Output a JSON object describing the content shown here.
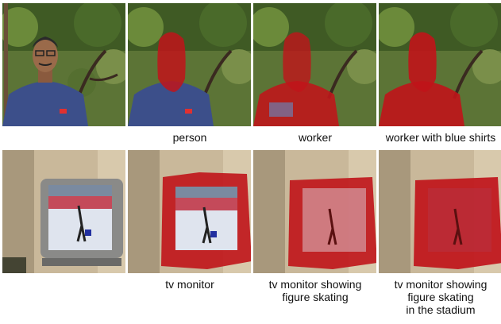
{
  "rows": [
    {
      "scene": "person outdoors",
      "captions": [
        "",
        "person",
        "worker",
        "worker with blue shirts"
      ]
    },
    {
      "scene": "tv monitor",
      "captions": [
        "",
        "tv monitor",
        "tv monitor showing\nfigure skating",
        "tv monitor showing\nfigure skating\nin the stadium"
      ]
    }
  ],
  "colors": {
    "mask": "#c0141a",
    "shirt": "#3c4f8a",
    "foliage": "#4f6a2c"
  }
}
